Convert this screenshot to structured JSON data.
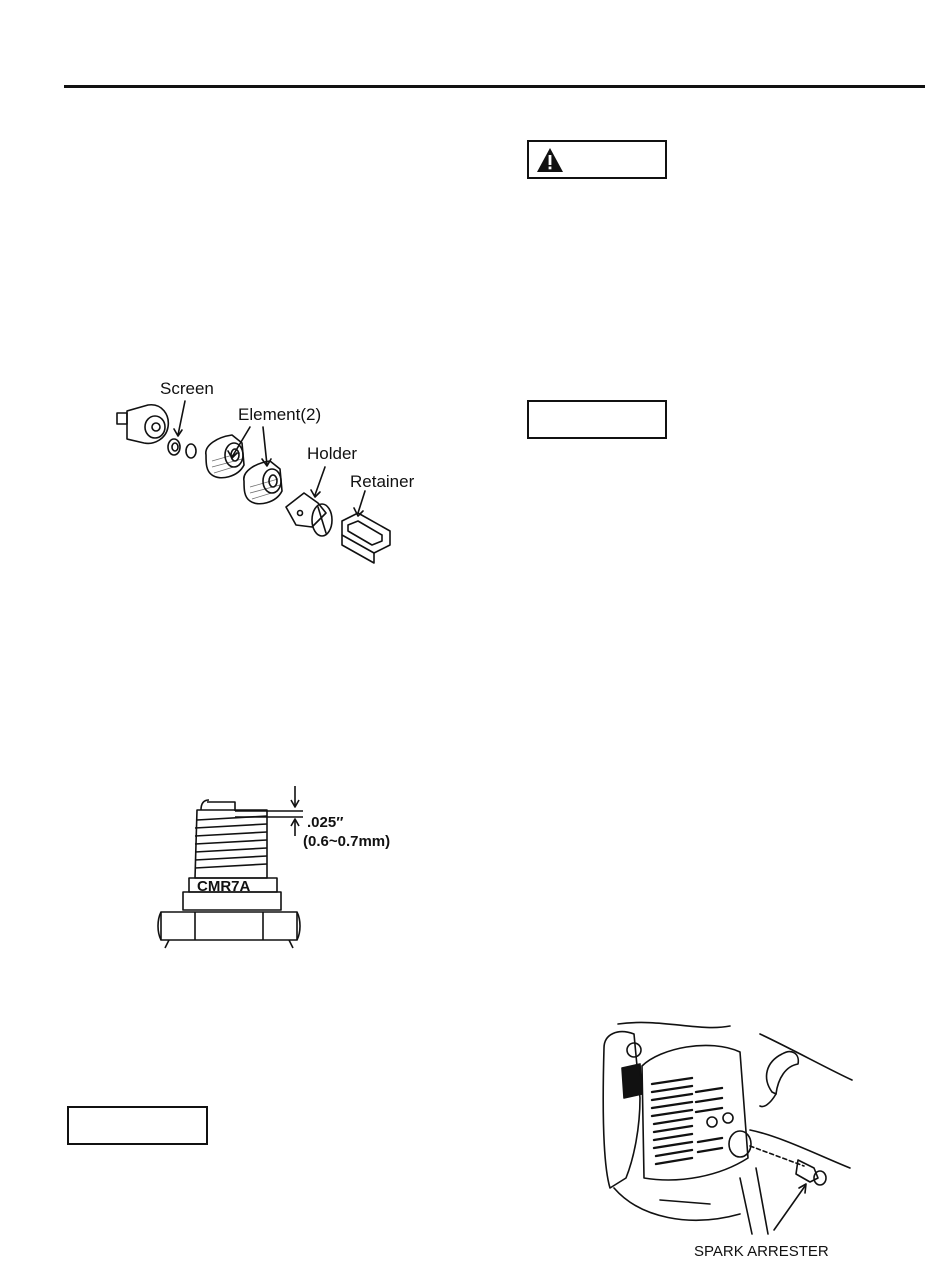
{
  "air_filter_figure": {
    "labels": {
      "screen": "Screen",
      "element": "Element(2)",
      "holder": "Holder",
      "retainer": "Retainer"
    }
  },
  "spark_plug_figure": {
    "gap_inch": ".025″",
    "gap_mm": "(0.6~0.7mm)",
    "model": "CMR7A"
  },
  "spark_arrester_figure": {
    "label": "SPARK ARRESTER"
  },
  "icons": {
    "warning": "warning-triangle-icon"
  }
}
